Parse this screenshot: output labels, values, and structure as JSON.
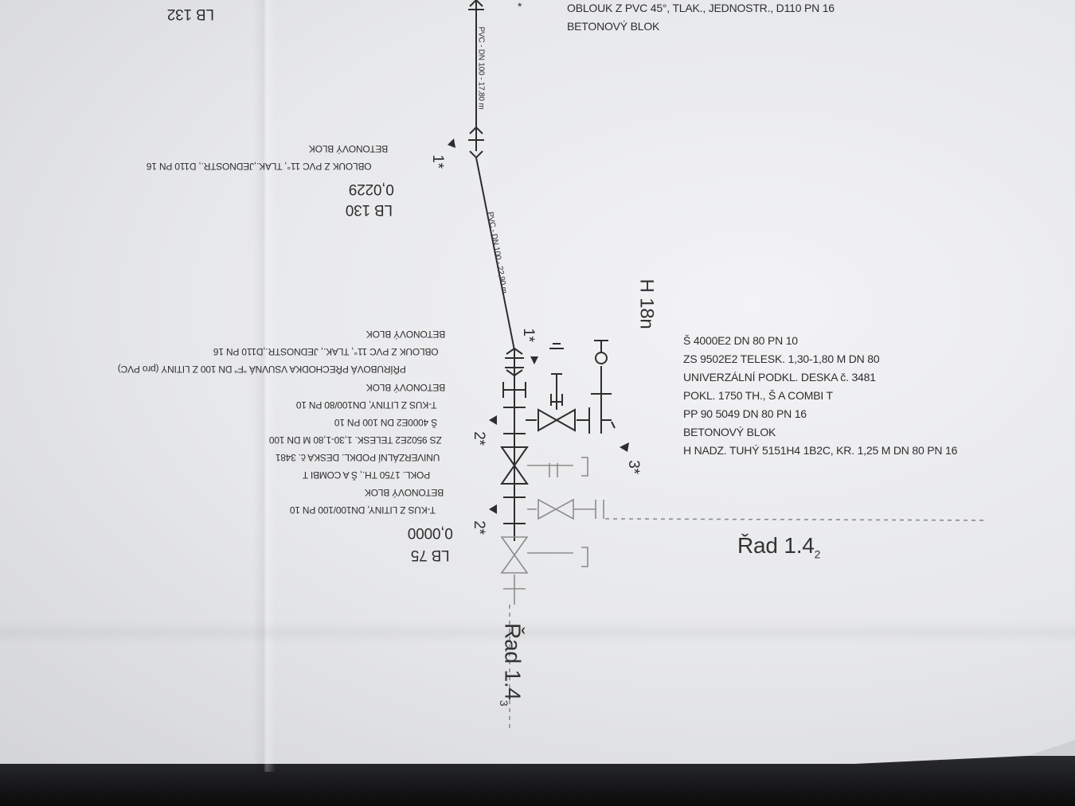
{
  "labels_upright": [
    "OBLOUK Z PVC 45°, TLAK., JEDNOSTR., D110 PN 16",
    "BETONOVÝ BLOK",
    "Š 4000E2  DN 80 PN 10",
    "ZS 9502E2  TELESK. 1,30-1,80 M DN 80",
    "UNIVERZÁLNÍ PODKL. DESKA č. 3481",
    "POKL. 1750  TH., Š A COMBI T",
    "PP 90 5049  DN 80 PN 16",
    "BETONOVÝ BLOK",
    "H NADZ. TUHÝ 5151H4 1B2C, KR. 1,25 M DN 80 PN 16"
  ],
  "labels_inverted_top": {
    "lb132": "LB 132",
    "betonovy_blok": "BETONOVÝ BLOK",
    "oblouk_11": "OBLOUK Z PVC 11°, TLAK.,JEDNOSTR., D110 PN 16",
    "value": "0,0229",
    "lb130": "LB 130"
  },
  "labels_inverted_mid": [
    "BETONOVÝ BLOK",
    "OBLOUK Z PVC 11°, TLAK., JEDNOSTR.,D110 PN 16",
    "PŘÍRUBOVÁ PŘECHODKA VSUVNÁ \"F\" DN 100 Z LITINY  (pro PVC)",
    "BETONOVÝ BLOK",
    "T-KUS Z LITINY, DN100/80 PN 10",
    "Š 4000E2  DN 100 PN 10",
    "ZS 9502E2  TELESK. 1,30-1,80 M DN 100",
    "UNIVERZÁLNÍ PODKL. DESKA č. 3481",
    "POKL. 1750  TH., Š A COMBI T",
    "BETONOVÝ BLOK",
    "T-KUS Z LITINY, DN100/100 PN 10"
  ],
  "labels_inverted_bottom": {
    "value": "0,0000",
    "lb75": "LB 75"
  },
  "pipe_labels": {
    "upper": "PVC - DN 100 - 17,80 m",
    "lower": "PVC - DN 100 - 22,90 m"
  },
  "markers": {
    "m1": "1*",
    "m1b": "1*",
    "m2": "2*",
    "m2b": "2*",
    "m3": "3*",
    "star_top": "*"
  },
  "hydrant": "H 18n",
  "rad_right": {
    "label": "Řad  1.4",
    "sub": "2"
  },
  "rad_down": {
    "label": "Řad  1.4",
    "sub": "3"
  },
  "colors": {
    "ink": "#2e2e2e",
    "faint": "#8c8c8c"
  }
}
